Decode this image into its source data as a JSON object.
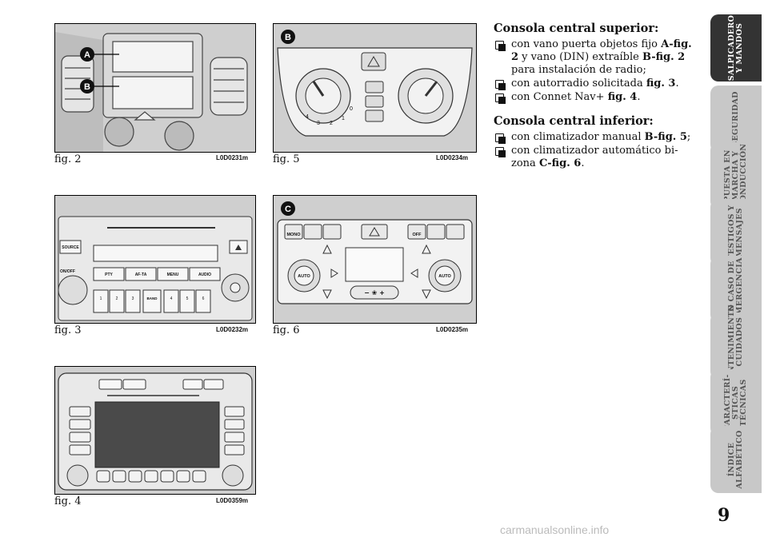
{
  "figures": [
    {
      "id": "fig2",
      "label": "fig. 2",
      "code": "L0D0231m",
      "callouts": [
        "A",
        "B"
      ]
    },
    {
      "id": "fig5",
      "label": "fig. 5",
      "code": "L0D0234m",
      "callouts": [
        "B"
      ],
      "dial_numbers": [
        "4",
        "3",
        "2",
        "1",
        "0"
      ]
    },
    {
      "id": "fig3",
      "label": "fig. 3",
      "code": "L0D0232m",
      "buttons": {
        "source": "SOURCE",
        "onoff": "ON/OFF",
        "pty": "PTY",
        "afta": "AF-TA",
        "menu": "MENU",
        "audio": "AUDIO",
        "band": "BAND",
        "presets": [
          "1",
          "2",
          "3",
          "4",
          "5",
          "6"
        ]
      }
    },
    {
      "id": "fig6",
      "label": "fig. 6",
      "code": "L0D0235m",
      "callouts": [
        "C"
      ],
      "buttons": {
        "mono": "MONO",
        "off": "OFF",
        "auto_left": "AUTO",
        "auto_right": "AUTO",
        "fan": "− ❀ +"
      }
    },
    {
      "id": "fig4",
      "label": "fig. 4",
      "code": "L0D0359m"
    }
  ],
  "content": {
    "section1_title": "Consola central superior:",
    "section1_items": [
      {
        "pre": "con vano puerta objetos fijo ",
        "b1": "A-fig. 2",
        "mid": " y vano (DIN) extraíble ",
        "b2": "B-fig. 2",
        "post": " para instalación de radio;"
      },
      {
        "pre": "con autorradio solicitada ",
        "b1": "fig. 3",
        "mid": "",
        "b2": "",
        "post": "."
      },
      {
        "pre": "con Connet Nav+ ",
        "b1": "fig. 4",
        "mid": "",
        "b2": "",
        "post": "."
      }
    ],
    "section2_title": "Consola central inferior:",
    "section2_items": [
      {
        "pre": "con climatizador manual ",
        "b1": "B-fig. 5",
        "mid": "",
        "b2": "",
        "post": ";"
      },
      {
        "pre": "con climatizador automático bi-zona ",
        "b1": "C-fig. 6",
        "mid": "",
        "b2": "",
        "post": "."
      }
    ]
  },
  "tabs": [
    {
      "lines": [
        "SALPICADERO",
        "Y MANDOS"
      ],
      "active": true
    },
    {
      "lines": [
        "SEGURIDAD"
      ],
      "active": false
    },
    {
      "lines": [
        "PUESTA EN",
        "MARCHA Y",
        "CONDUCCIÓN"
      ],
      "active": false
    },
    {
      "lines": [
        "TESTIGOS Y",
        "MENSAJES"
      ],
      "active": false
    },
    {
      "lines": [
        "EN CASO DE",
        "EMERGENCIA"
      ],
      "active": false
    },
    {
      "lines": [
        "MANTENIMIENTO",
        "Y CUIDADOS"
      ],
      "active": false
    },
    {
      "lines": [
        "CARACTERÍ-",
        "STICAS",
        "TÉCNICAS"
      ],
      "active": false
    },
    {
      "lines": [
        "ÍNDICE",
        "ALFABÉTICO"
      ],
      "active": false
    }
  ],
  "page_number": "9",
  "watermark": "carmanualsonline.info"
}
